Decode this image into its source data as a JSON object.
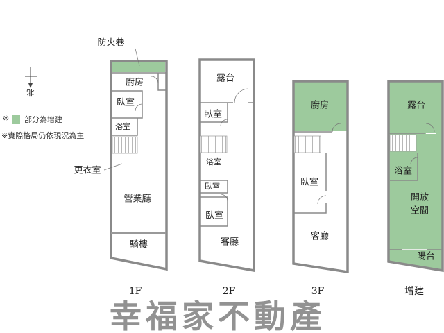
{
  "colors": {
    "addition": "#9dca9d",
    "wall": "#8a8a8a",
    "watermark": "#6e6e6e"
  },
  "legend": {
    "mark": "※",
    "addition_label": "部分為增建",
    "note": "※實際格局仍依現況為主"
  },
  "north": {
    "label": "北"
  },
  "watermark": "幸福家不動產",
  "floors": [
    {
      "name": "1F",
      "rooms": {
        "fire_lane": "防火巷",
        "kitchen": "廚房",
        "bedroom": "臥室",
        "bath": "浴室",
        "dressing": "更衣室",
        "business_hall": "營業廳",
        "arcade": "騎樓"
      }
    },
    {
      "name": "2F",
      "rooms": {
        "terrace": "露台",
        "bedroom1": "臥室",
        "bath": "浴室",
        "bedroom2": "臥室",
        "bedroom3": "臥室",
        "living": "客廳"
      }
    },
    {
      "name": "3F",
      "rooms": {
        "kitchen": "廚房",
        "bedroom": "臥室",
        "living": "客廳"
      }
    },
    {
      "name": "增建",
      "rooms": {
        "terrace": "露台",
        "bath": "浴室",
        "open_space_1": "開放",
        "open_space_2": "空間",
        "balcony": "陽台"
      }
    }
  ]
}
